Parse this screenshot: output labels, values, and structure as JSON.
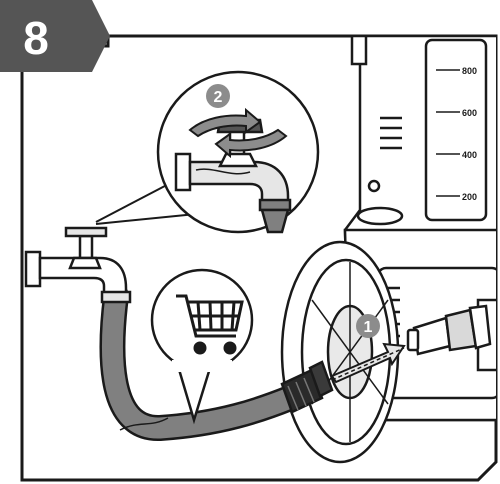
{
  "step": {
    "number": "8"
  },
  "callouts": [
    {
      "label": "1",
      "action": "connect-hose-to-inlet"
    },
    {
      "label": "2",
      "action": "open-water-tap"
    }
  ],
  "tank_scale": [
    "800",
    "600",
    "400",
    "200"
  ],
  "icons": [
    "shopping-cart-icon",
    "rotate-arrows-icon",
    "push-arrow-icon"
  ],
  "colors": {
    "badge": "#555555",
    "callout": "#8c8c8c",
    "hose": "#808080",
    "line": "#1a1a1a",
    "tap": "#e6e6e6"
  }
}
